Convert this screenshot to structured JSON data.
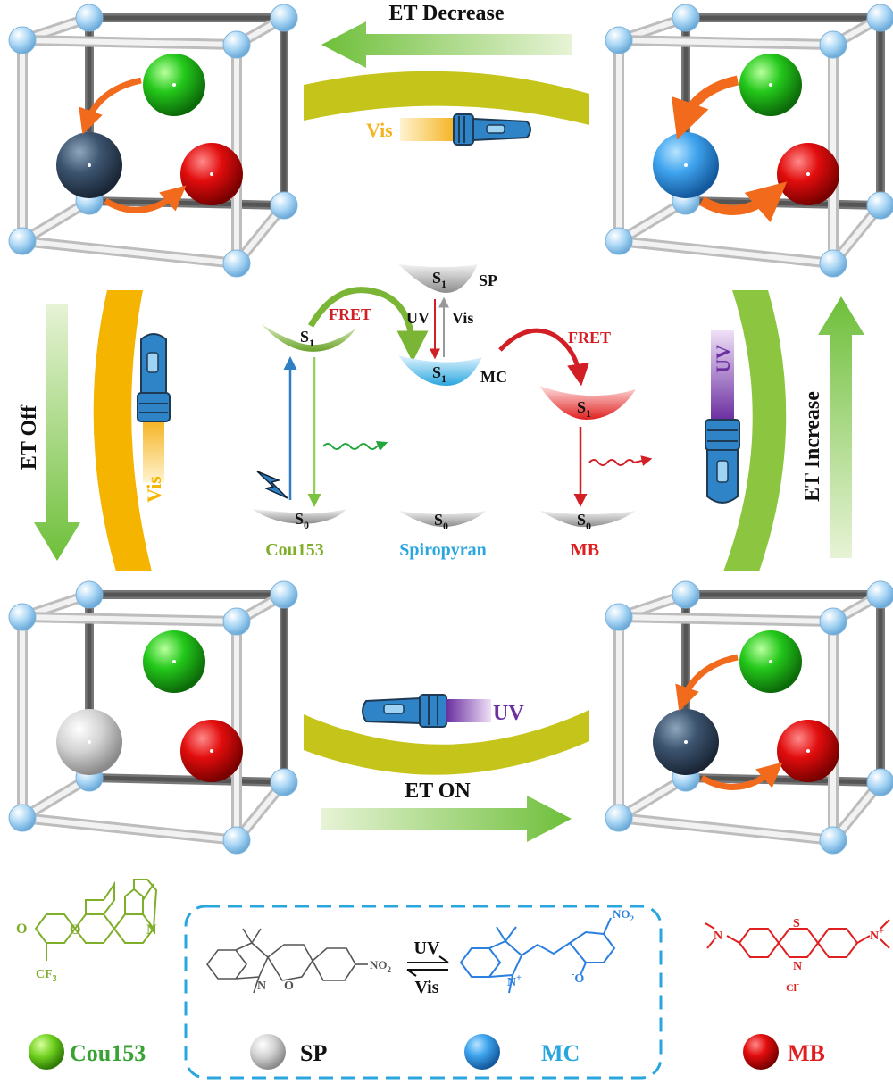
{
  "transitions": {
    "top": "ET  Decrease",
    "bottom": "ET  ON",
    "left": "ET  Off",
    "right": "ET  Increase"
  },
  "light_labels": {
    "top": "Vis",
    "left": "Vis",
    "bottom": "UV",
    "right": "UV"
  },
  "energy_diagram": {
    "cou153": {
      "excited": "S",
      "ground": "S",
      "name": "Cou153"
    },
    "spiropyran": {
      "sp_state": "S",
      "sp_label": "SP",
      "mc_state": "S",
      "mc_label": "MC",
      "ground": "S",
      "name": "Spiropyran"
    },
    "mb": {
      "excited": "S",
      "ground": "S",
      "name": "MB"
    },
    "sub_excited": "1",
    "sub_ground": "0",
    "fret_left": "FRET",
    "fret_right": "FRET",
    "uv": "UV",
    "vis": "Vis"
  },
  "legend": {
    "cou153": "Cou153",
    "sp": "SP",
    "mc": "MC",
    "mb": "MB",
    "switch_uv": "UV",
    "switch_vis": "Vis"
  },
  "structures": {
    "cou153_o": "O",
    "cou153_o2": "O",
    "cou153_n": "N",
    "cou153_cf3": "CF",
    "cou153_cf3_sub": "3",
    "sp_n": "N",
    "sp_o": "O",
    "sp_no2": "NO",
    "sp_no2_sub": "2",
    "mc_n": "N",
    "mc_nplus": "+",
    "mc_o": "O",
    "mc_ominus": "-",
    "mc_no2": "NO",
    "mc_no2_sub": "2",
    "mb_s": "S",
    "mb_n": "N",
    "mb_n_left": "N",
    "mb_n_right": "N",
    "mb_nplus": "+",
    "mb_cl": "Cl",
    "mb_cl_minus": "-"
  },
  "colors": {
    "green_ball": "#22c41d",
    "red_ball": "#e10b0b",
    "dark_ball": "#3f5670",
    "blue_ball": "#3fa7ef",
    "gray_ball": "#cfcfcf",
    "arrow_green": "#7cc242",
    "arc_yellow": "#c4c41c",
    "arc_orange": "#f4b400",
    "arc_green": "#8cc53f",
    "fret_red": "#d21f26",
    "cou_green": "#7fae2a",
    "sp_blue": "#2aa6df",
    "mb_red": "#e02020",
    "orange_arrow": "#f26b1d",
    "dashed_blue": "#2aa6df"
  }
}
